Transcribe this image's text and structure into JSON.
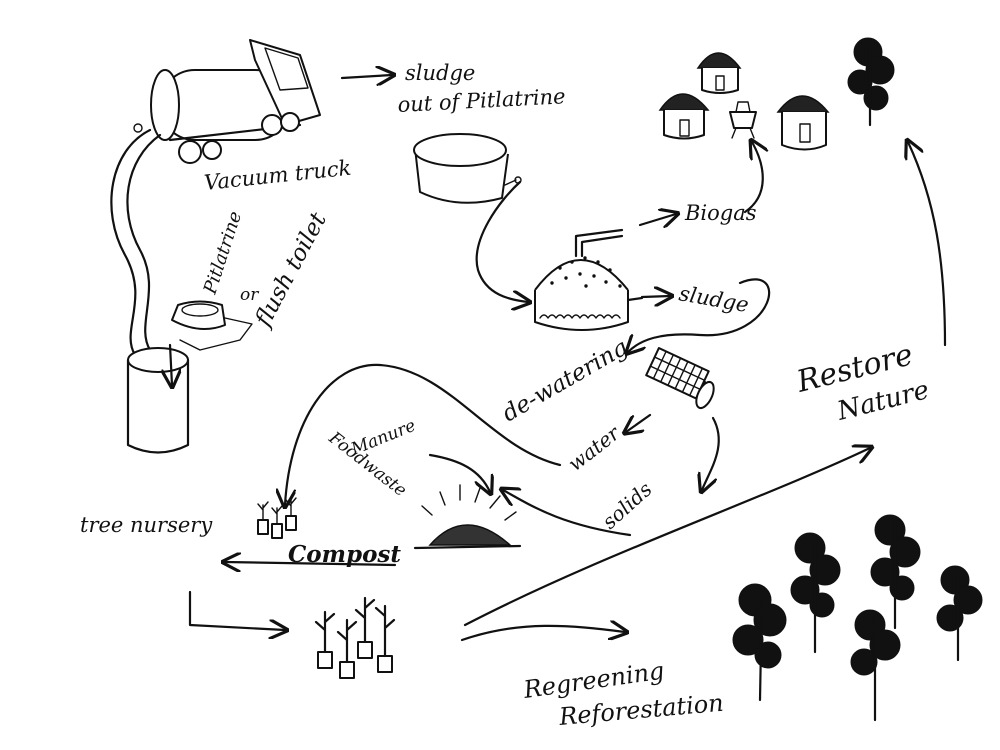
{
  "labels": {
    "vacuum_truck": "Vacuum truck",
    "sludge_out_line1": "sludge",
    "sludge_out_line2": "out of Pitlatrine",
    "biogas": "Biogas",
    "pit_line1": "Pitlatrine",
    "pit_line2": "or",
    "pit_line3": "flush toilet",
    "sludge": "sludge",
    "dewatering": "de-watering",
    "foodwaste": "Foodwaste",
    "manure": "Manure",
    "water": "water",
    "solids": "solids",
    "tree_nursery": "tree nursery",
    "compost": "Compost",
    "restore_line1": "Restore",
    "restore_line2": "Nature",
    "regreening": "Regreening",
    "reforestation": "Reforestation"
  }
}
